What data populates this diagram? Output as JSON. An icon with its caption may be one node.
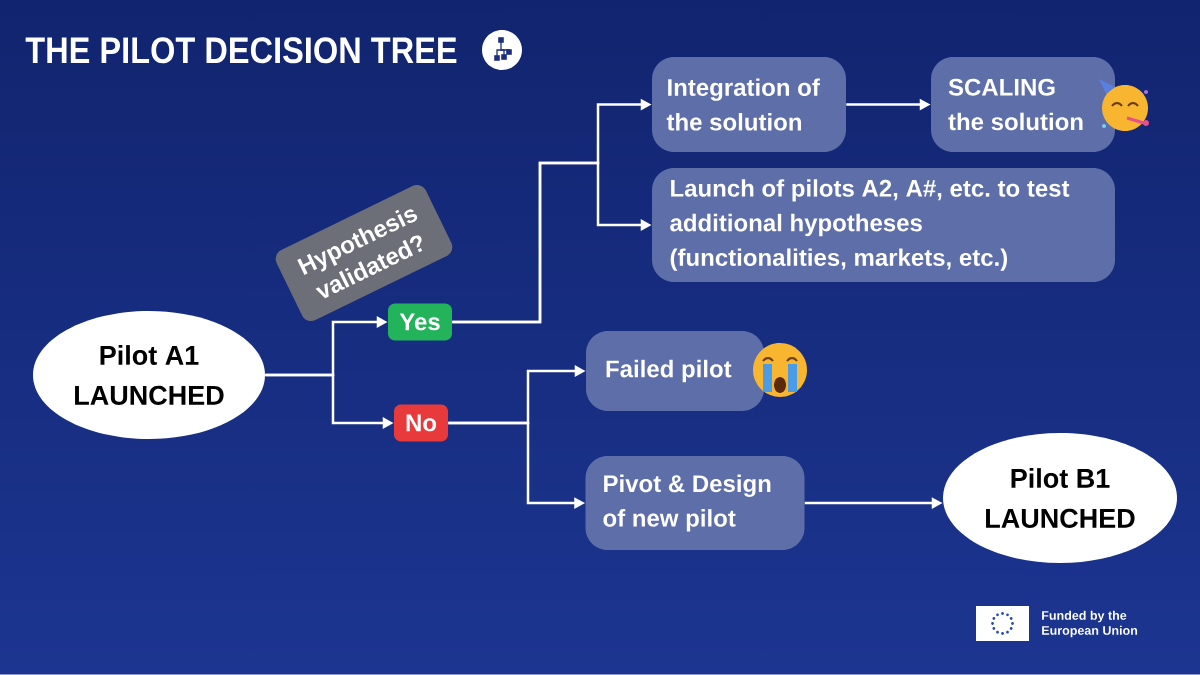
{
  "diagram": {
    "title": "THE PILOT DECISION TREE",
    "nodes": [
      {
        "text": [
          "Pilot A1 LAUNCHED"
        ]
      },
      {
        "text": [
          "Hypothesis validated?"
        ]
      },
      {
        "text": [
          "Yes"
        ]
      },
      {
        "text": [
          "No"
        ]
      },
      {
        "text": [
          "Integration of the solution"
        ]
      },
      {
        "text": [
          "SCALING the solution"
        ]
      },
      {
        "text": [
          "Launch of pilots A2, A#, etc. to test additional hypotheses (functionalities, markets, etc.)"
        ]
      },
      {
        "text": [
          "Failed pilot"
        ]
      },
      {
        "text": [
          "Pivot & Design of new pilot"
        ]
      },
      {
        "text": [
          "Pilot B1 LAUNCHED"
        ]
      }
    ],
    "edges": [
      {
        "from": 0,
        "to": 2,
        "arrow": "to"
      },
      {
        "from": 0,
        "to": 3,
        "arrow": "to"
      },
      {
        "from": 2,
        "to": 4,
        "arrow": "to"
      },
      {
        "from": 2,
        "to": 6,
        "arrow": "to"
      },
      {
        "from": 4,
        "to": 5,
        "arrow": "to"
      },
      {
        "from": 3,
        "to": 7,
        "arrow": "to"
      },
      {
        "from": 3,
        "to": 8,
        "arrow": "to"
      },
      {
        "from": 8,
        "to": 9,
        "arrow": "to"
      }
    ],
    "labels": [
      "Funded by the European Union"
    ]
  }
}
